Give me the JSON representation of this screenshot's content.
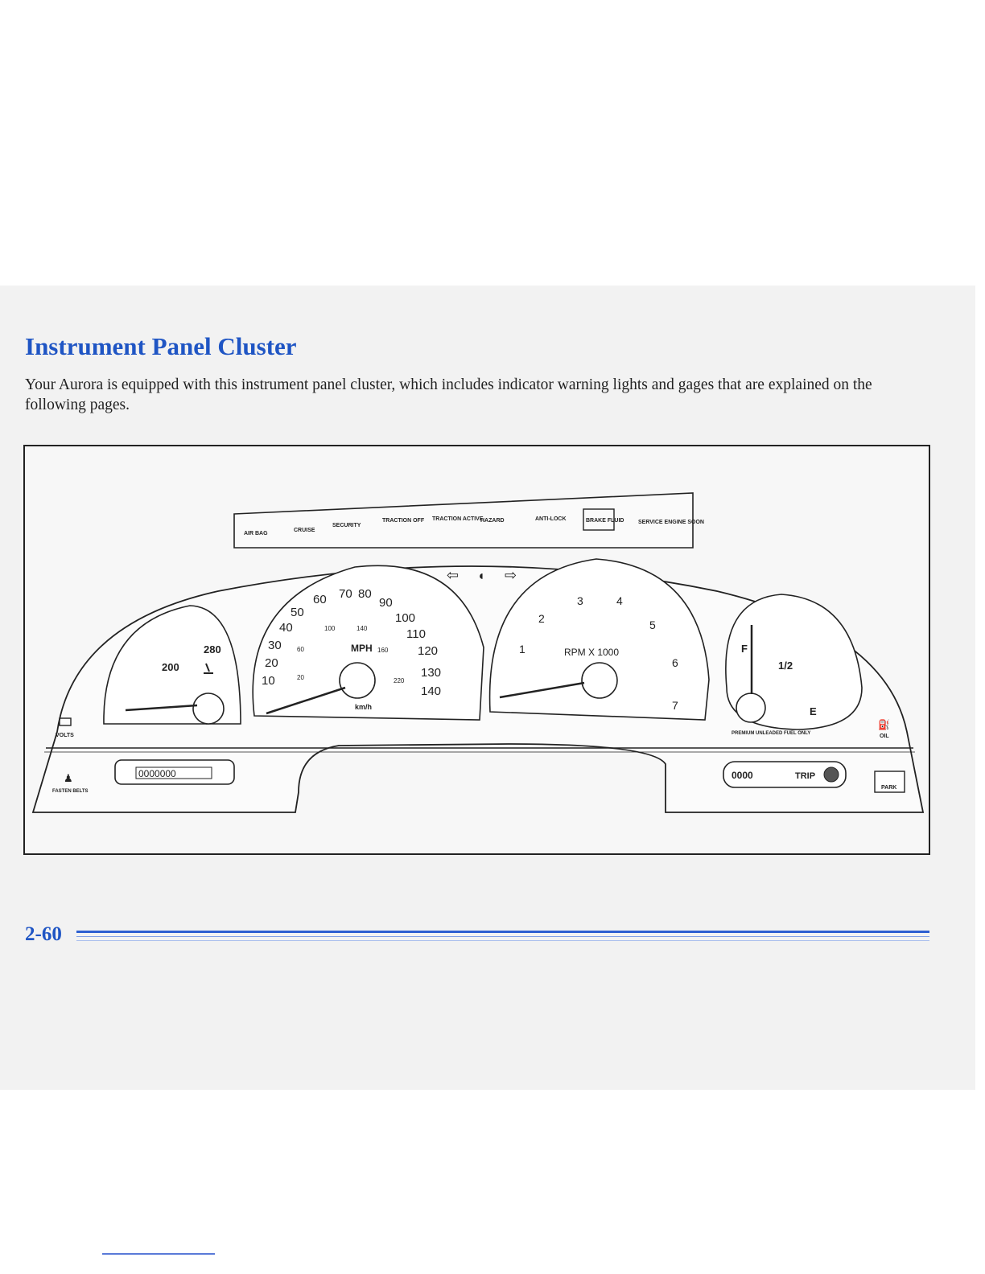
{
  "section": {
    "title": "Instrument Panel Cluster",
    "intro": "Your Aurora is equipped with this instrument panel cluster, which includes indicator warning lights and gages that are explained on the following pages."
  },
  "cluster": {
    "indicator_strip": [
      "AIR BAG",
      "CRUISE",
      "SECURITY",
      "TRACTION OFF",
      "TRACTION ACTIVE",
      "HAZARD",
      "ANTI-LOCK",
      "BRAKE FLUID",
      "SERVICE ENGINE SOON"
    ],
    "temp_gage": {
      "ticks": [
        "200",
        "280"
      ],
      "icon": "coolant-temp-icon"
    },
    "speedometer": {
      "mph": [
        "10",
        "20",
        "30",
        "40",
        "50",
        "60",
        "70",
        "80",
        "90",
        "100",
        "110",
        "120",
        "130",
        "140"
      ],
      "kmh": [
        "20",
        "60",
        "100",
        "140",
        "160",
        "220"
      ],
      "mph_label": "MPH",
      "kmh_label": "km/h"
    },
    "tachometer": {
      "ticks": [
        "1",
        "2",
        "3",
        "4",
        "5",
        "6",
        "7"
      ],
      "label": "RPM X 1000"
    },
    "fuel_gage": {
      "full": "F",
      "half": "1/2",
      "empty": "E",
      "note": "PREMIUM UNLEADED FUEL ONLY"
    },
    "volts_label": "VOLTS",
    "oil_label": "OIL",
    "fasten_belts_label": "FASTEN BELTS",
    "park_label": "PARK",
    "odometer": "0000000",
    "trip": {
      "digits": "0000",
      "label": "TRIP"
    }
  },
  "footer": {
    "page_number": "2-60"
  }
}
